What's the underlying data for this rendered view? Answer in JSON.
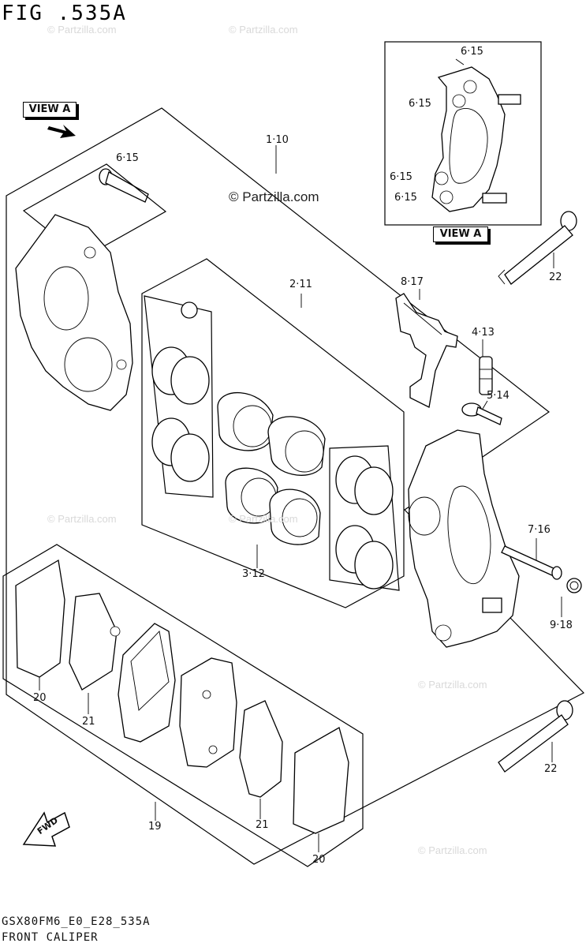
{
  "header": {
    "figure_title": "FIG .535A"
  },
  "views": {
    "view_a_left": "VIEW A",
    "view_a_inset": "VIEW A"
  },
  "callouts": {
    "c_1_10": "1·10",
    "c_2_11": "2·11",
    "c_3_12": "3·12",
    "c_4_13": "4·13",
    "c_5_14": "5·14",
    "c_6_15_bolt": "6·15",
    "c_6_15_inset_a": "6·15",
    "c_6_15_inset_b": "6·15",
    "c_6_15_inset_c": "6·15",
    "c_6_15_inset_d": "6·15",
    "c_7_16": "7·16",
    "c_8_17": "8·17",
    "c_9_18": "9·18",
    "c_19": "19",
    "c_20_top": "20",
    "c_20_bottom": "20",
    "c_21_top": "21",
    "c_21_bottom": "21",
    "c_22_top": "22",
    "c_22_bottom": "22"
  },
  "watermarks": {
    "center": "© Partzilla.com",
    "faint": "© Partzilla.com"
  },
  "fwd_label": "FWD",
  "footer": {
    "model_code": "GSX80FM6_E0_E28_535A",
    "section_name": "FRONT CALIPER"
  },
  "icons": [
    "arrow-icon",
    "fwd-arrow-icon"
  ]
}
